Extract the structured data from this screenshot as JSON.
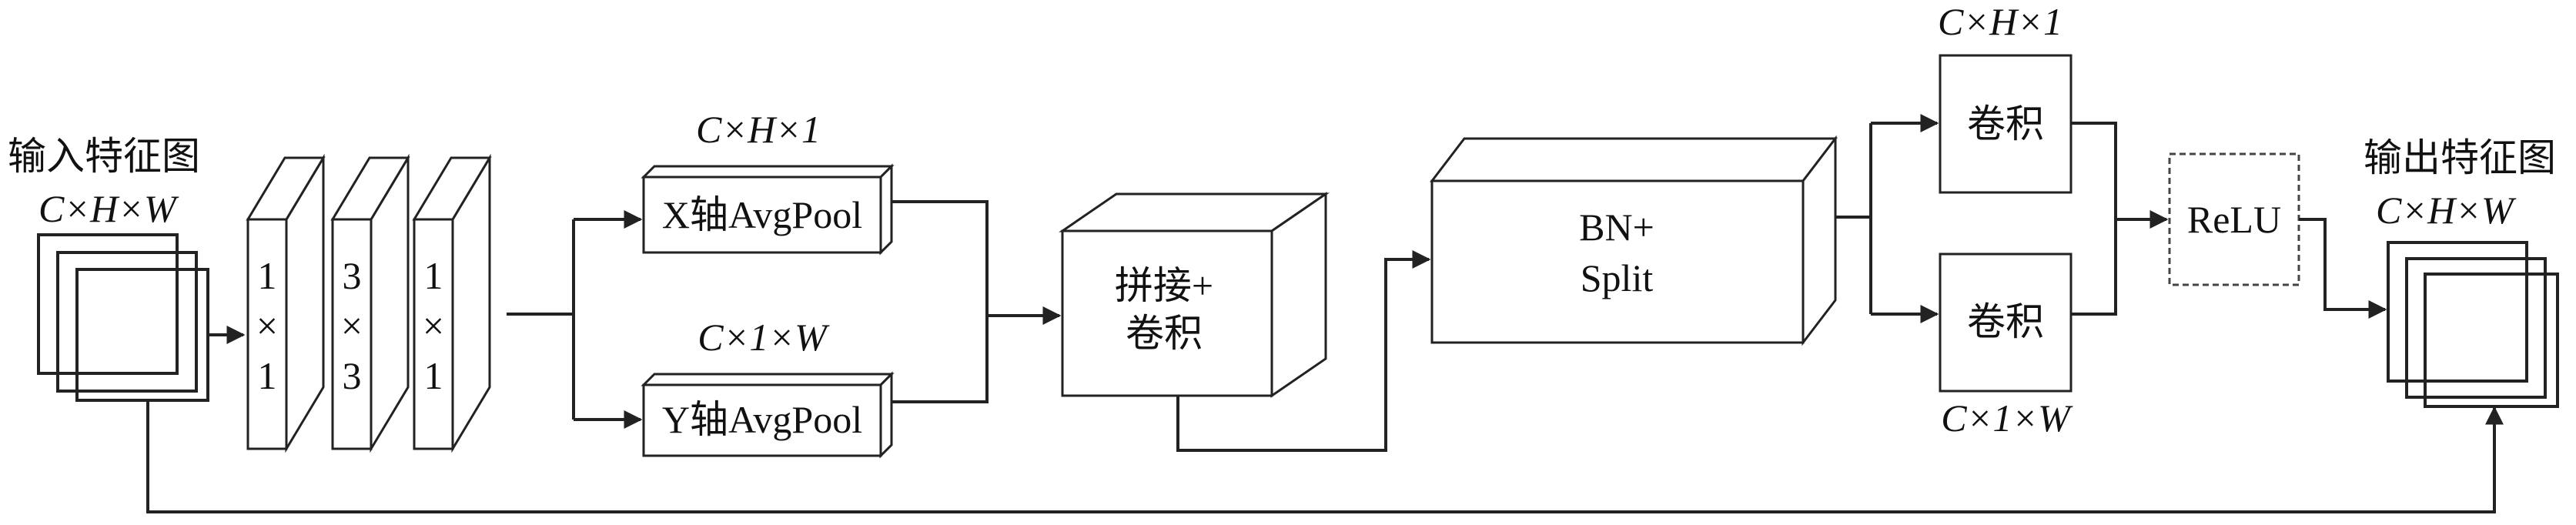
{
  "input": {
    "title": "输入特征图",
    "dims": "C×H×W"
  },
  "output": {
    "title": "输出特征图",
    "dims": "C×H×W"
  },
  "conv_kernels": [
    {
      "top": "1",
      "mid": "×",
      "bot": "1"
    },
    {
      "top": "3",
      "mid": "×",
      "bot": "3"
    },
    {
      "top": "1",
      "mid": "×",
      "bot": "1"
    }
  ],
  "pool_x": {
    "label": "X轴AvgPool",
    "dims": "C×H×1"
  },
  "pool_y": {
    "label": "Y轴AvgPool",
    "dims": "C×1×W"
  },
  "concat_conv": {
    "line1": "拼接+",
    "line2": "卷积"
  },
  "bn_split": {
    "line1": "BN+",
    "line2": "Split"
  },
  "conv_top": {
    "label": "卷积",
    "dims": "C×H×1"
  },
  "conv_bottom": {
    "label": "卷积",
    "dims": "C×1×W"
  },
  "relu": {
    "label": "ReLU"
  }
}
